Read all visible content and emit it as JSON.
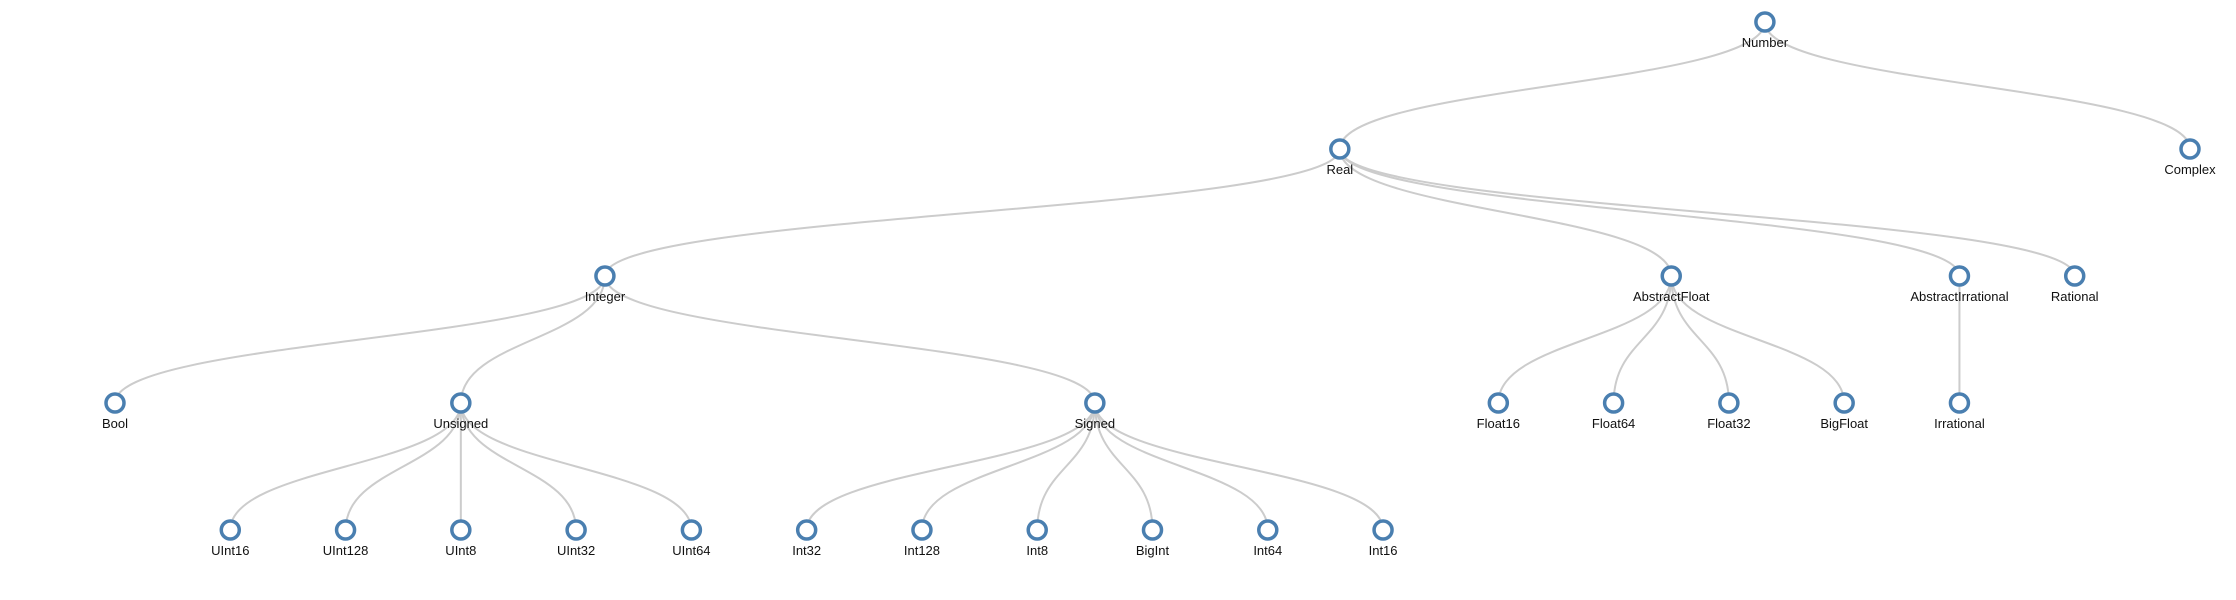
{
  "tree": {
    "name": "Number",
    "children": [
      {
        "name": "Real",
        "children": [
          {
            "name": "Integer",
            "children": [
              {
                "name": "Bool"
              },
              {
                "name": "Unsigned",
                "children": [
                  {
                    "name": "UInt16"
                  },
                  {
                    "name": "UInt128"
                  },
                  {
                    "name": "UInt8"
                  },
                  {
                    "name": "UInt32"
                  },
                  {
                    "name": "UInt64"
                  }
                ]
              },
              {
                "name": "Signed",
                "children": [
                  {
                    "name": "Int32"
                  },
                  {
                    "name": "Int128"
                  },
                  {
                    "name": "Int8"
                  },
                  {
                    "name": "BigInt"
                  },
                  {
                    "name": "Int64"
                  },
                  {
                    "name": "Int16"
                  }
                ]
              }
            ]
          },
          {
            "name": "AbstractFloat",
            "children": [
              {
                "name": "Float16"
              },
              {
                "name": "Float64"
              },
              {
                "name": "Float32"
              },
              {
                "name": "BigFloat"
              }
            ]
          },
          {
            "name": "AbstractIrrational",
            "children": [
              {
                "name": "Irrational"
              }
            ]
          },
          {
            "name": "Rational"
          }
        ]
      },
      {
        "name": "Complex"
      }
    ]
  }
}
